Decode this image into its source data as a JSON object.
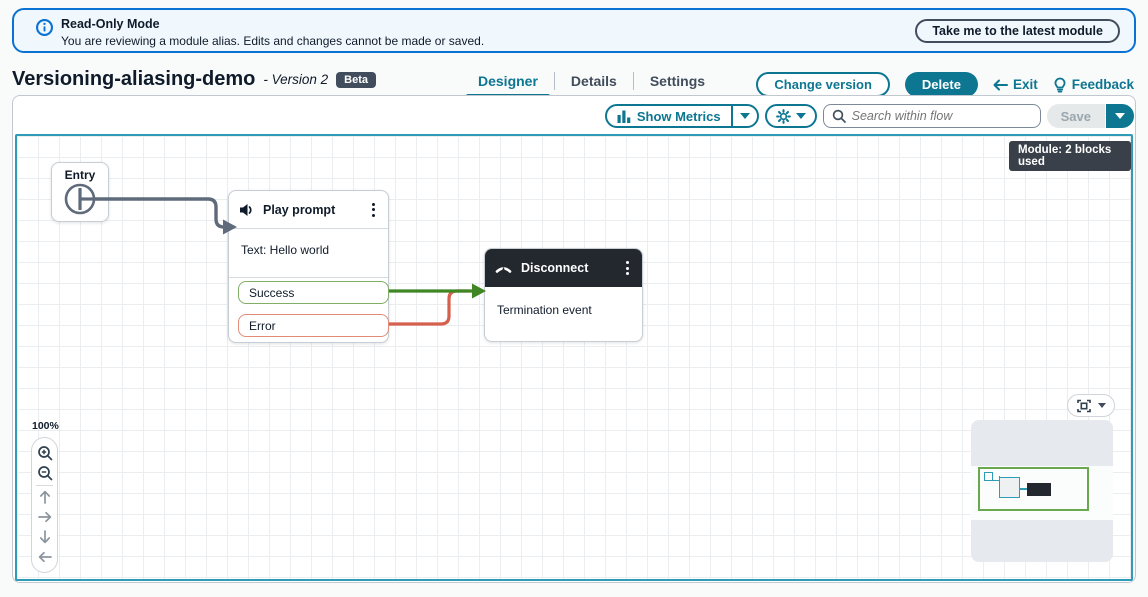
{
  "banner": {
    "title": "Read-Only Mode",
    "message": "You are reviewing a module alias. Edits and changes cannot be made or saved.",
    "action": "Take me to the latest module"
  },
  "header": {
    "title": "Versioning-aliasing-demo",
    "subtitle": "- Version 2",
    "badge": "Beta",
    "tabs": [
      {
        "label": "Designer",
        "active": true
      },
      {
        "label": "Details",
        "active": false
      },
      {
        "label": "Settings",
        "active": false
      }
    ],
    "actions": {
      "change_version": "Change version",
      "delete": "Delete",
      "exit": "Exit",
      "feedback": "Feedback"
    }
  },
  "toolbar": {
    "show_metrics": "Show Metrics",
    "search_placeholder": "Search within flow",
    "save": "Save"
  },
  "canvas": {
    "module_badge": "Module: 2 blocks used",
    "zoom_level": "100%",
    "blocks": {
      "entry": {
        "title": "Entry"
      },
      "play_prompt": {
        "title": "Play prompt",
        "body": "Text: Hello world",
        "outputs": [
          "Success",
          "Error"
        ]
      },
      "disconnect": {
        "title": "Disconnect",
        "body": "Termination event"
      }
    }
  },
  "colors": {
    "teal": "#0d7691",
    "banner_blue": "#0972d3",
    "success_green": "#3f8624",
    "error_red": "#d4604d",
    "connector_gray": "#5f6b7a",
    "dark_header": "#23282e",
    "canvas_border": "#2e9bb7"
  }
}
